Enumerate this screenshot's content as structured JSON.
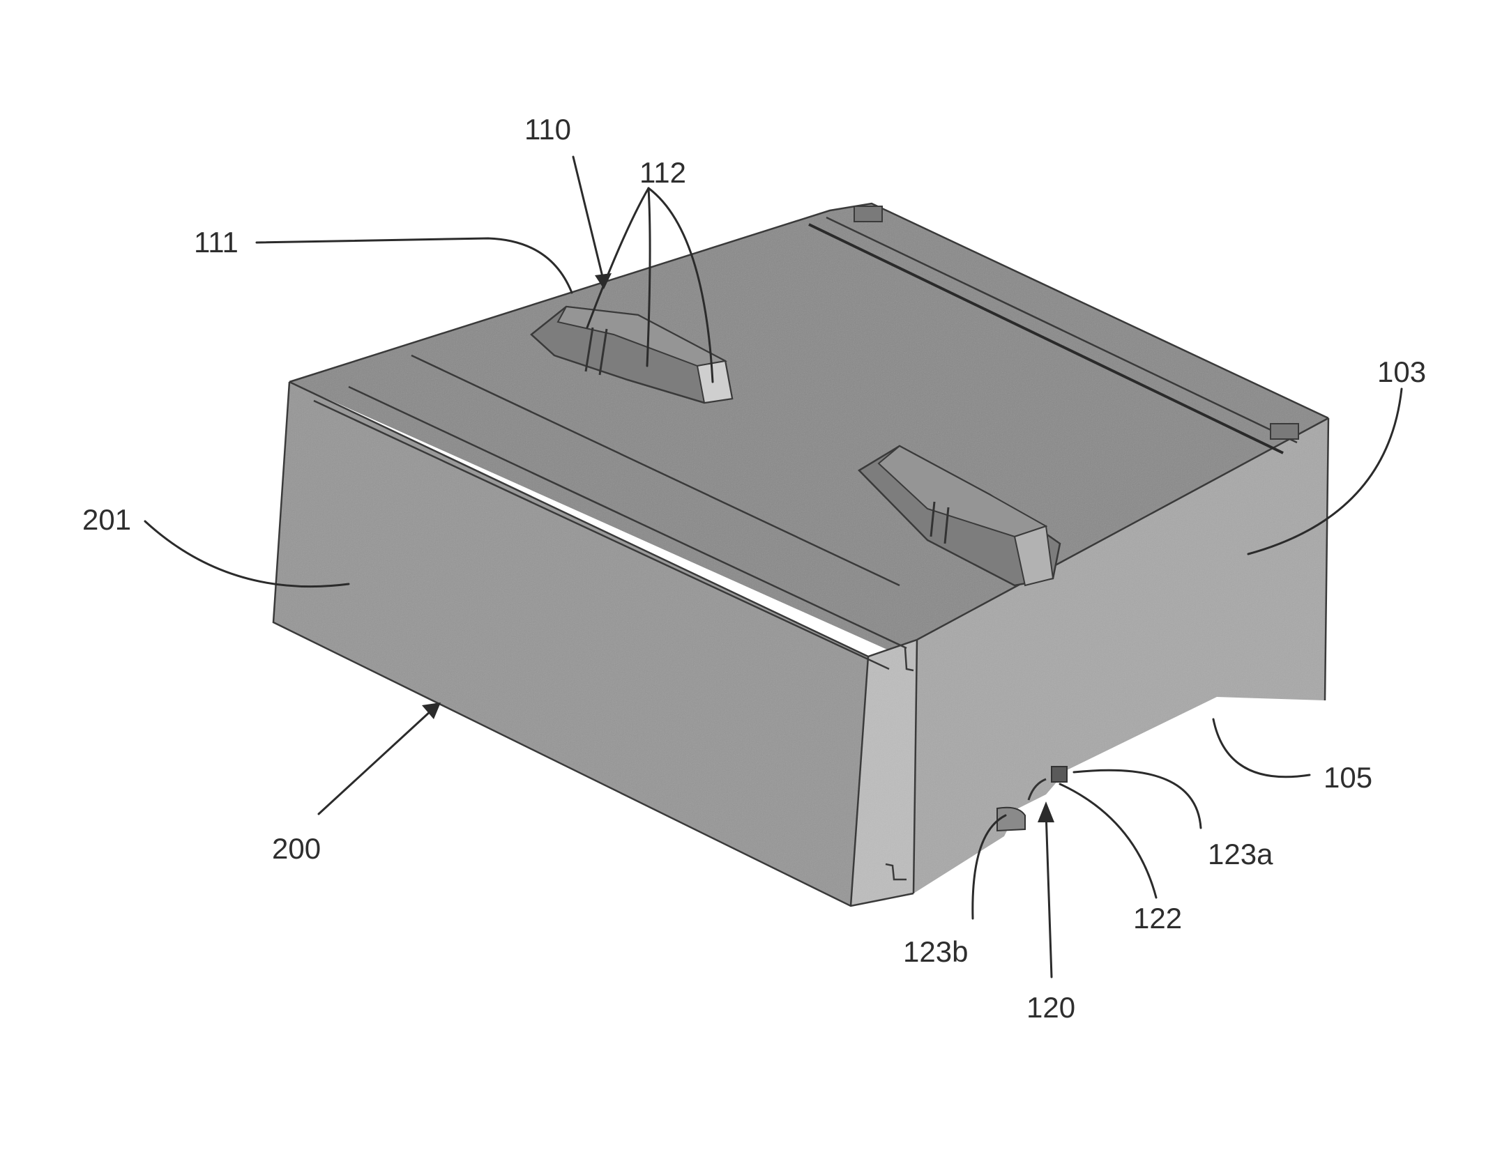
{
  "figure": {
    "labels": {
      "ref_110": "110",
      "ref_112": "112",
      "ref_111": "111",
      "ref_103": "103",
      "ref_201": "201",
      "ref_105": "105",
      "ref_200": "200",
      "ref_123a": "123a",
      "ref_122": "122",
      "ref_123b": "123b",
      "ref_120": "120"
    }
  }
}
